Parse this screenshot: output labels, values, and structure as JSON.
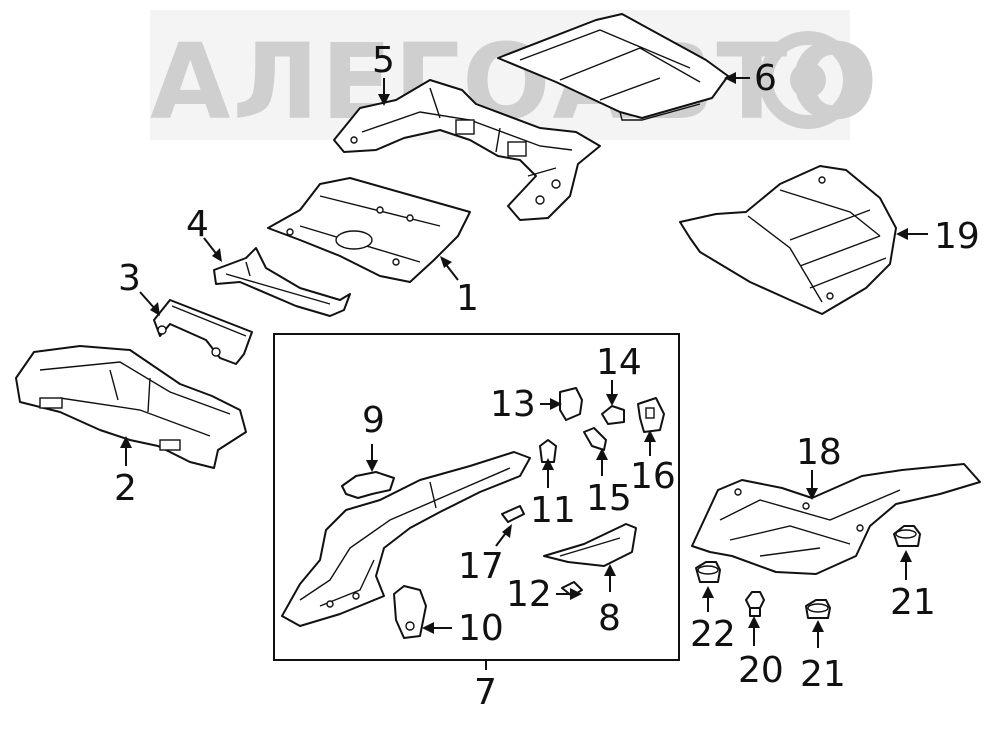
{
  "watermark": {
    "text": "АЛЕГОАВТО"
  },
  "callouts": [
    {
      "id": "1",
      "label": "1"
    },
    {
      "id": "2",
      "label": "2"
    },
    {
      "id": "3",
      "label": "3"
    },
    {
      "id": "4",
      "label": "4"
    },
    {
      "id": "5",
      "label": "5"
    },
    {
      "id": "6",
      "label": "6"
    },
    {
      "id": "7",
      "label": "7"
    },
    {
      "id": "8",
      "label": "8"
    },
    {
      "id": "9",
      "label": "9"
    },
    {
      "id": "10",
      "label": "10"
    },
    {
      "id": "11",
      "label": "11"
    },
    {
      "id": "12",
      "label": "12"
    },
    {
      "id": "13",
      "label": "13"
    },
    {
      "id": "14",
      "label": "14"
    },
    {
      "id": "15",
      "label": "15"
    },
    {
      "id": "16",
      "label": "16"
    },
    {
      "id": "17",
      "label": "17"
    },
    {
      "id": "18",
      "label": "18"
    },
    {
      "id": "19",
      "label": "19"
    },
    {
      "id": "20",
      "label": "20"
    },
    {
      "id": "21a",
      "label": "21"
    },
    {
      "id": "21b",
      "label": "21"
    },
    {
      "id": "22",
      "label": "22"
    }
  ]
}
